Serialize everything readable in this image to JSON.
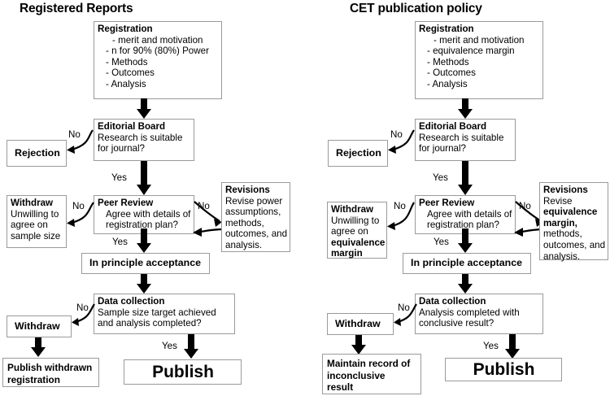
{
  "panels": [
    {
      "title": "Registered Reports",
      "nodes": {
        "registration": {
          "heading": "Registration",
          "items": [
            "- merit and motivation",
            "- n for 90% (80%) Power",
            "- Methods",
            "- Outcomes",
            "- Analysis"
          ]
        },
        "editorial_board": {
          "heading": "Editorial Board",
          "line1": "Research is suitable",
          "line2": "for journal?"
        },
        "rejection": {
          "label": "Rejection"
        },
        "peer_review": {
          "heading": "Peer Review",
          "line1": "Agree with details of",
          "line2": "registration plan?"
        },
        "withdraw_peer": {
          "heading": "Withdraw",
          "line1": "Unwilling to",
          "line2": "agree on",
          "line3": "sample size",
          "line3_bold": false
        },
        "revisions": {
          "heading": "Revisions",
          "line1": "Revise power",
          "line2": "assumptions,",
          "line3": "methods,",
          "line4": "outcomes, and",
          "line5": "analysis."
        },
        "in_principle": {
          "label": "In principle acceptance"
        },
        "data_collection": {
          "heading": "Data collection",
          "line1": "Sample size target achieved",
          "line2": "and analysis completed?"
        },
        "withdraw_data": {
          "label": "Withdraw"
        },
        "withdraw_outcome": {
          "line1": "Publish withdrawn",
          "line2": "registration"
        },
        "publish": {
          "label": "Publish"
        }
      },
      "edge_labels": {
        "eb_no": "No",
        "eb_yes": "Yes",
        "pr_no_left": "No",
        "pr_no_right": "No",
        "pr_yes": "Yes",
        "dc_no": "No",
        "dc_yes": "Yes"
      }
    },
    {
      "title": "CET publication policy",
      "nodes": {
        "registration": {
          "heading": "Registration",
          "items": [
            "- merit and motivation",
            "- equivalence margin",
            "- Methods",
            "- Outcomes",
            "- Analysis"
          ]
        },
        "editorial_board": {
          "heading": "Editorial Board",
          "line1": "Research is suitable",
          "line2": "for journal?"
        },
        "rejection": {
          "label": "Rejection"
        },
        "peer_review": {
          "heading": "Peer Review",
          "line1": "Agree with details of",
          "line2": "registration plan?"
        },
        "withdraw_peer": {
          "heading": "Withdraw",
          "line1": "Unwilling to",
          "line2": "agree on",
          "line3": "equivalence",
          "line4": "margin",
          "bold_tail": true
        },
        "revisions": {
          "heading": "Revisions",
          "line1": "Revise",
          "line2": "equivalence",
          "line3": "margin,",
          "line4": "methods,",
          "line5": "outcomes, and",
          "line6": "analysis."
        },
        "in_principle": {
          "label": "In principle acceptance"
        },
        "data_collection": {
          "heading": "Data collection",
          "line1": "Analysis completed with",
          "line2": "conclusive result?"
        },
        "withdraw_data": {
          "label": "Withdraw"
        },
        "withdraw_outcome": {
          "line1": "Maintain record of",
          "line2": "inconclusive",
          "line3": "result"
        },
        "publish": {
          "label": "Publish"
        }
      },
      "edge_labels": {
        "eb_no": "No",
        "eb_yes": "Yes",
        "pr_no_left": "No",
        "pr_no_right": "No",
        "pr_yes": "Yes",
        "dc_no": "No",
        "dc_yes": "Yes"
      }
    }
  ],
  "style": {
    "arrow_color": "#000000",
    "box_border": "#9a9a9a",
    "background": "#ffffff",
    "text_color": "#000000"
  }
}
